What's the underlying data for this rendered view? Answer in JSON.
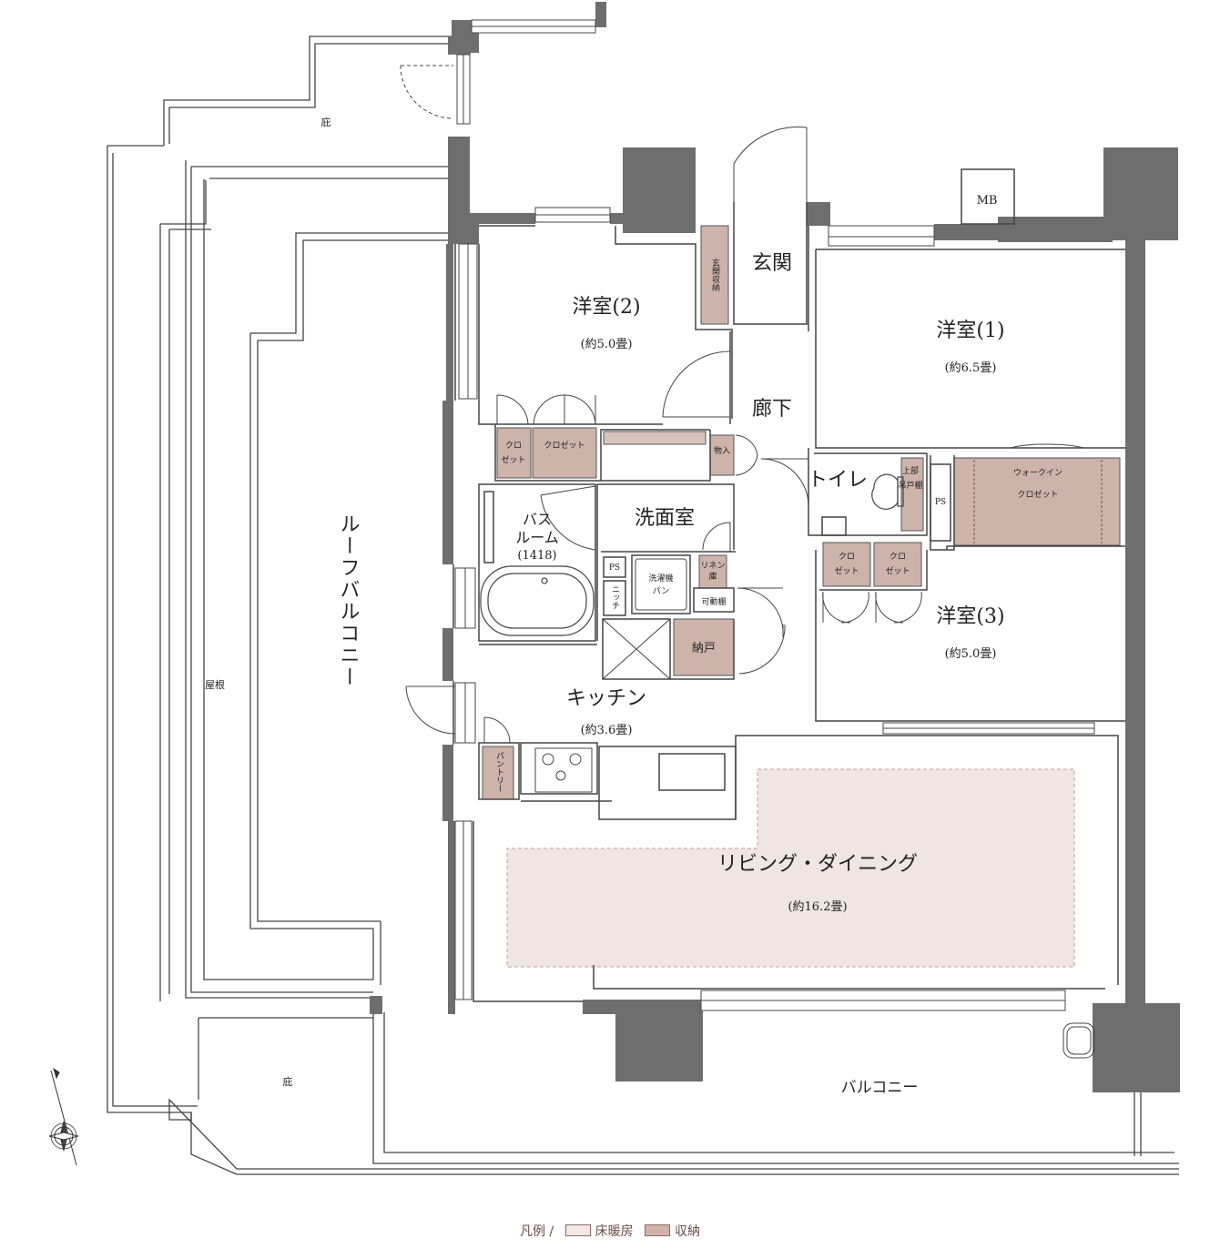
{
  "colors": {
    "wall": "#6e6e6e",
    "line": "#444444",
    "floor_heating": "#efe5e3",
    "storage": "#cdb3aa"
  },
  "rooms": {
    "western_2": {
      "name": "洋室(2)",
      "size": "(約5.0畳)"
    },
    "western_1": {
      "name": "洋室(1)",
      "size": "(約6.5畳)"
    },
    "western_3": {
      "name": "洋室(3)",
      "size": "(約5.0畳)"
    },
    "entrance": "玄関",
    "hallway": "廊下",
    "toilet": "トイレ",
    "washroom": "洗面室",
    "bath": {
      "line1": "バス",
      "line2": "ルーム",
      "size": "(1418)"
    },
    "kitchen": {
      "name": "キッチン",
      "size": "(約3.6畳)"
    },
    "living": {
      "name": "リビング・ダイニング",
      "size": "(約16.2畳)"
    },
    "roof_balcony": "ルーフバルコニー",
    "balcony": "バルコニー",
    "roof": "屋根",
    "eaves": "庇",
    "mb": "MB",
    "ps": "PS"
  },
  "storage": {
    "entrance_storage": "玄関収納",
    "closet_short_1": "クロ",
    "closet_short_2": "ゼット",
    "closet": "クロゼット",
    "mono": "物入",
    "walk_in_1": "ウォークイン",
    "walk_in_2": "クロゼット",
    "linen_1": "リネン",
    "linen_2": "庫",
    "shelf": "可動棚",
    "nando": "納戸",
    "pantry": "パントリー",
    "niche": "ニッチ",
    "washer_1": "洗濯機",
    "washer_2": "パン",
    "upper_1": "上部",
    "upper_2": "吊戸棚"
  },
  "legend": {
    "prefix": "凡例 /",
    "floor_heating": "床暖房",
    "storage": "収納"
  }
}
